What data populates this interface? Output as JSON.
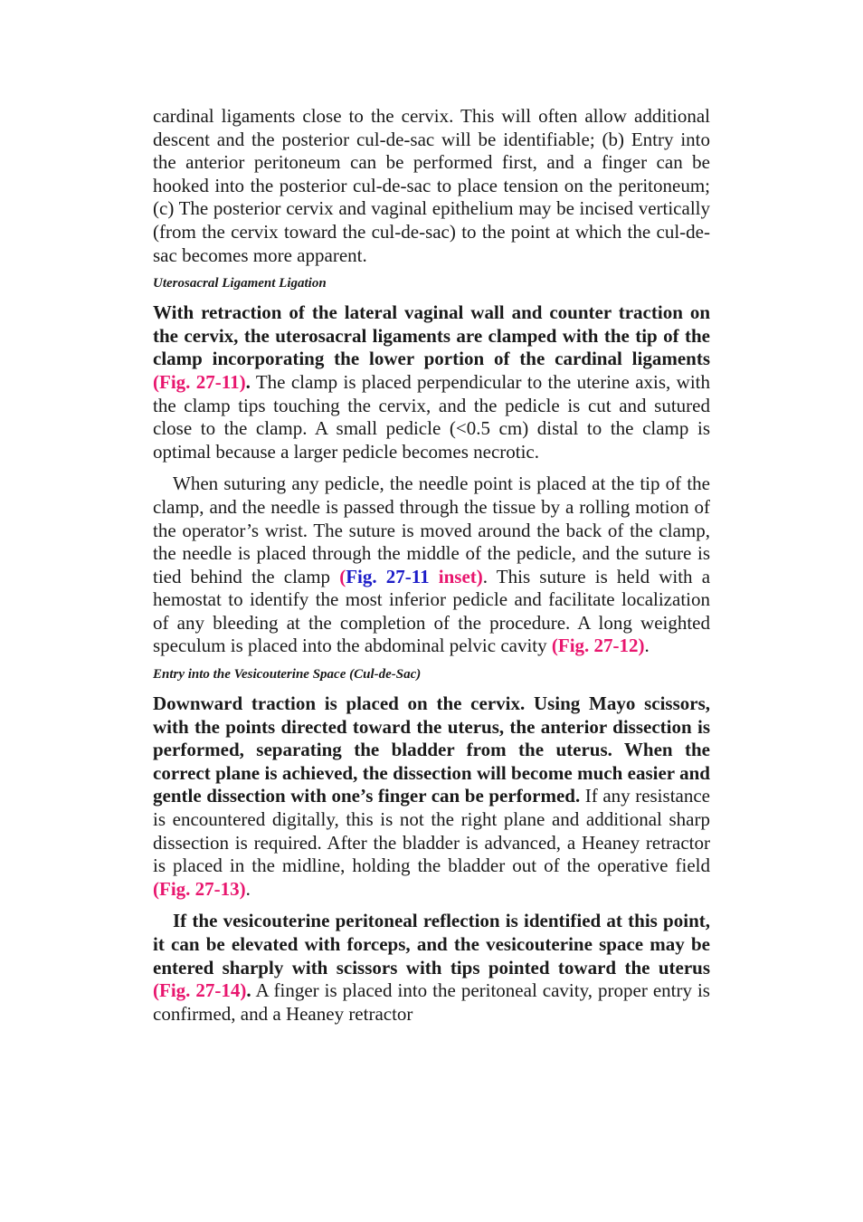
{
  "paragraphs": {
    "p1": {
      "text": "cardinal ligaments close to the cervix. This will often allow additional descent and the posterior cul-de-sac will be identifiable; (b) Entry into the anterior peritoneum can be performed first, and a finger can be hooked into the posterior cul-de-sac to place tension on the peritoneum; (c) The posterior cervix and vaginal epithelium may be incised vertically (from the cervix toward the cul-de-sac) to the point at which the cul-de-sac becomes more apparent."
    },
    "h1": "Uterosacral Ligament Ligation",
    "p2": {
      "bold": "With retraction of the lateral vaginal wall and counter traction on the cervix, the uterosacral ligaments are clamped with the tip of the clamp incorporating the lower portion of the cardinal ligaments",
      "ref": "(Fig. 27-11)",
      "after_ref_bold": ".",
      "rest": " The clamp is placed perpendicular to the uterine axis, with the clamp tips touching the cervix, and the pedicle is cut and sutured close to the clamp. A small pedicle (<0.5 cm) distal to the clamp is optimal because a larger pedicle becomes necrotic."
    },
    "p3": {
      "text1": "When suturing any pedicle, the needle point is placed at the tip of the clamp, and the needle is passed through the tissue by a rolling motion of the operator’s wrist. The suture is moved around the back of the clamp, the needle is placed through the middle of the pedicle, and the suture is tied behind the clamp ",
      "ref_open": "(",
      "ref_blue": "Fig. 27-11",
      "ref_pink": " inset)",
      "text2": ". This suture is held with a hemostat to identify the most inferior pedicle and facilitate localization of any bleeding at the completion of the procedure. A long weighted speculum is placed into the abdominal pelvic cavity ",
      "ref2": "(Fig. 27-12)",
      "text3": "."
    },
    "h2": "Entry into the Vesicouterine Space (Cul-de-Sac)",
    "p4": {
      "bold": "Downward traction is placed on the cervix. Using Mayo scissors, with the points directed toward the uterus, the anterior dissection is performed, separating the bladder from the uterus. When the correct plane is achieved, the dissection will become much easier and gentle dissection with one’s finger can be performed.",
      "rest": " If any resistance is encountered digitally, this is not the right plane and additional sharp dissection is required. After the bladder is advanced, a Heaney retractor is placed in the midline, holding the bladder out of the operative field ",
      "ref": "(Fig. 27-13)",
      "end": "."
    },
    "p5": {
      "bold": "If the vesicouterine peritoneal reflection is identified at this point, it can be elevated with forceps, and the vesicouterine space may be entered sharply with scissors with tips pointed toward the uterus",
      "ref": "(Fig. 27-14)",
      "after_ref_bold": ".",
      "rest": " A finger is placed into the peritoneal cavity, proper entry is confirmed, and a Heaney retractor"
    }
  },
  "colors": {
    "text": "#1a1a1a",
    "reference_pink": "#e8166e",
    "reference_blue": "#1c1cc8"
  }
}
